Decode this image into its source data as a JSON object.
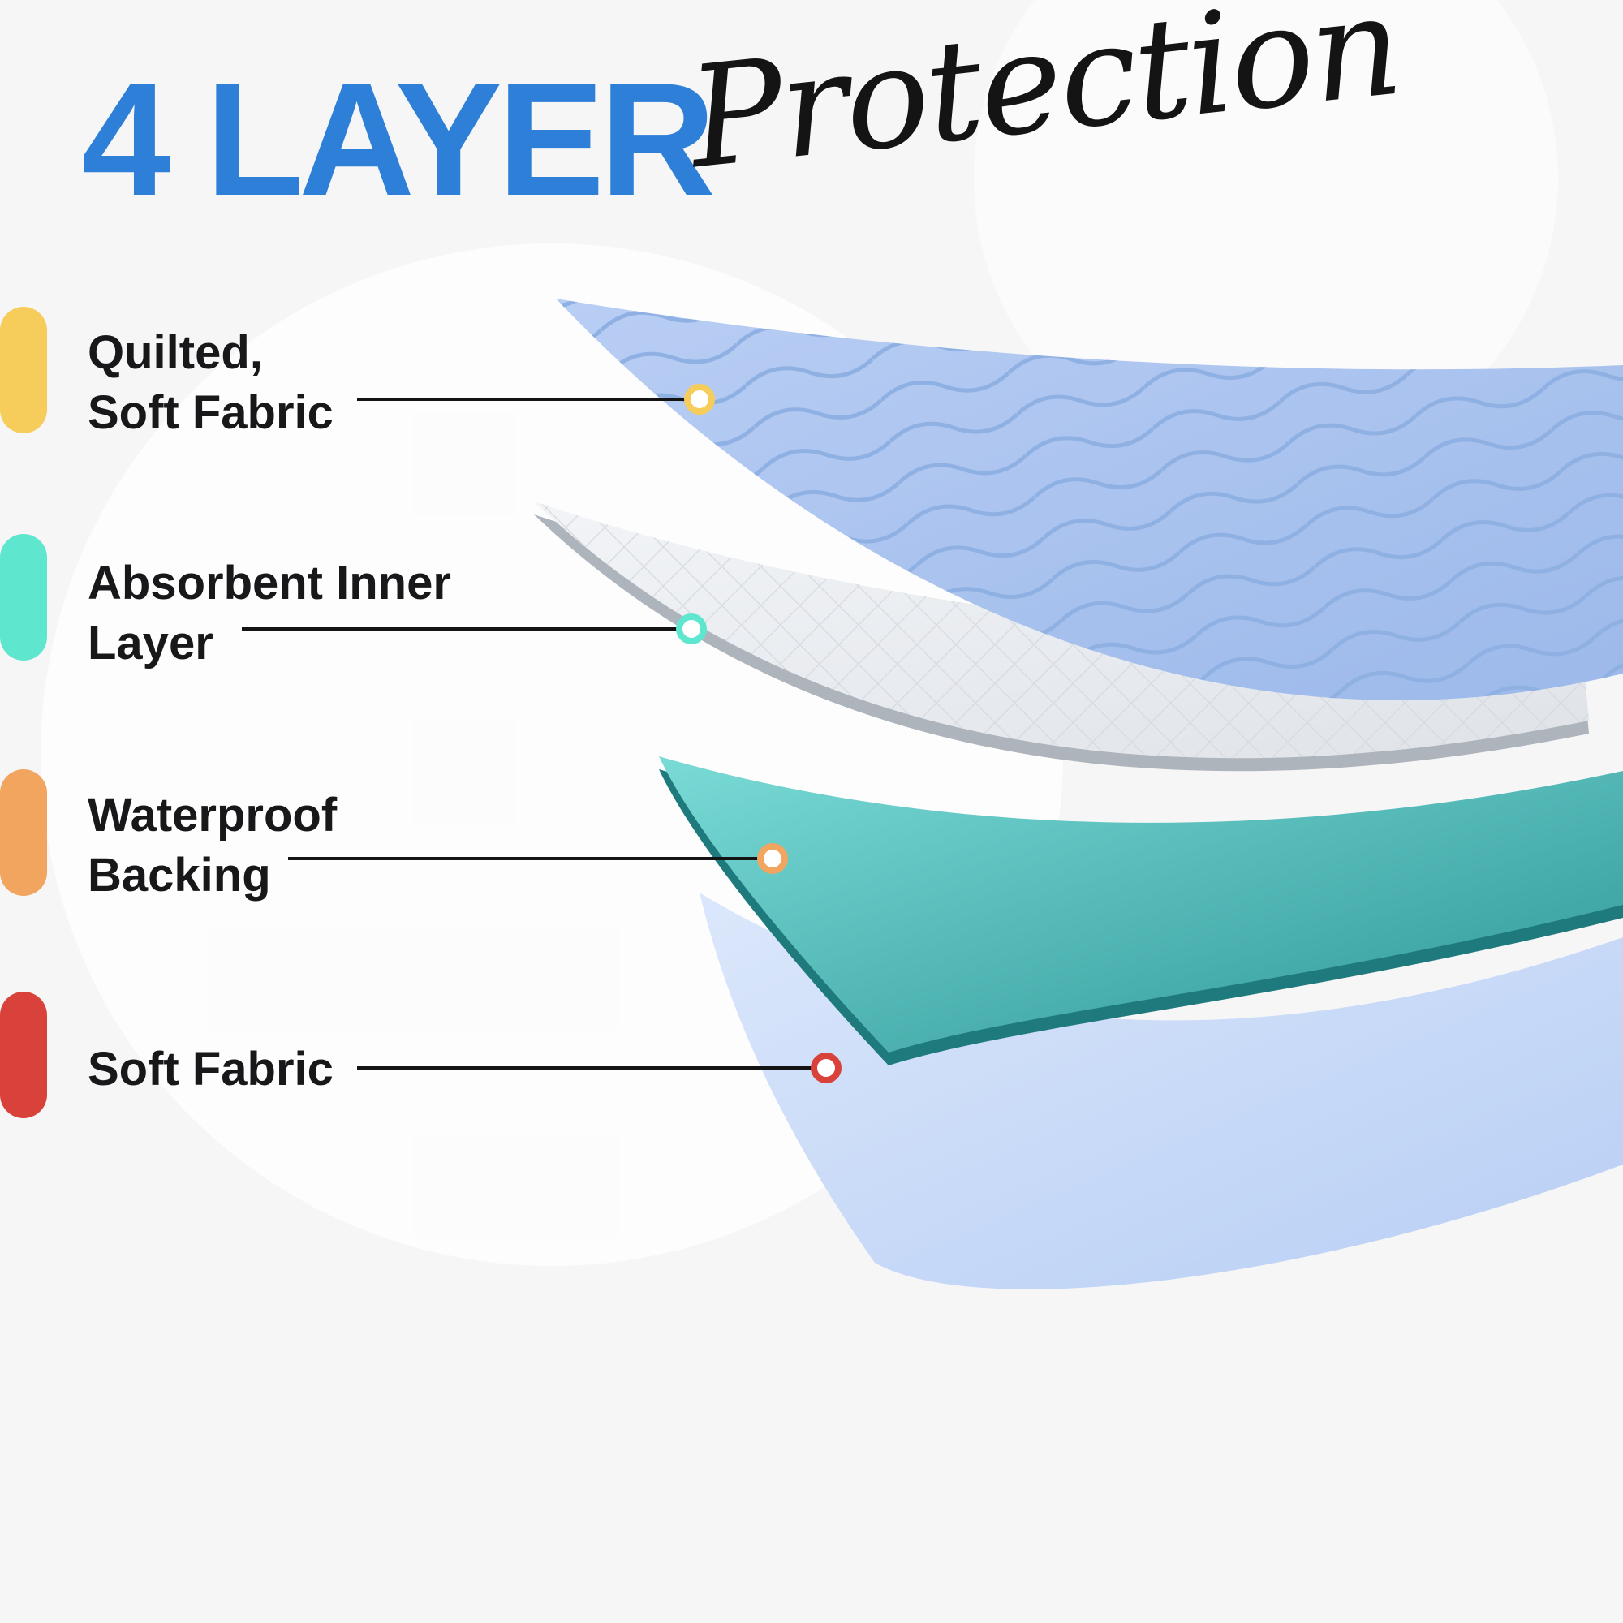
{
  "header": {
    "title": "4 LAYER",
    "subtitle": "Protection"
  },
  "rows": [
    {
      "line1": "Quilted,",
      "line2": "Soft Fabric",
      "color": "#F6CD5B"
    },
    {
      "line1": "Absorbent Inner",
      "line2": "Layer",
      "color": "#5FE6CF"
    },
    {
      "line1": "Waterproof",
      "line2": "Backing",
      "color": "#F2A55F"
    },
    {
      "line1": "Soft Fabric",
      "line2": "",
      "color": "#D8423A"
    }
  ],
  "colors": {
    "background": "#F6F6F7",
    "title_blue": "#2E7FD8",
    "text_dark": "#18181A",
    "line_black": "#141414",
    "sheet_top_light": "#B9CEF4",
    "sheet_top_dark": "#9CB9EA",
    "sheet_wave": "#8FB0E2",
    "sheet_white_light": "#F2F4F7",
    "sheet_white_dark": "#DFE3E8",
    "sheet_white_edge": "#AEB4BB",
    "sheet_diamond": "#D6DADE",
    "sheet_teal_light": "#7ADBD6",
    "sheet_teal_dark": "#2E9697",
    "sheet_teal_edge": "#1F7A7D",
    "sheet_bottom_light": "#DBE7FB",
    "sheet_bottom_dark": "#B7CEF4"
  }
}
